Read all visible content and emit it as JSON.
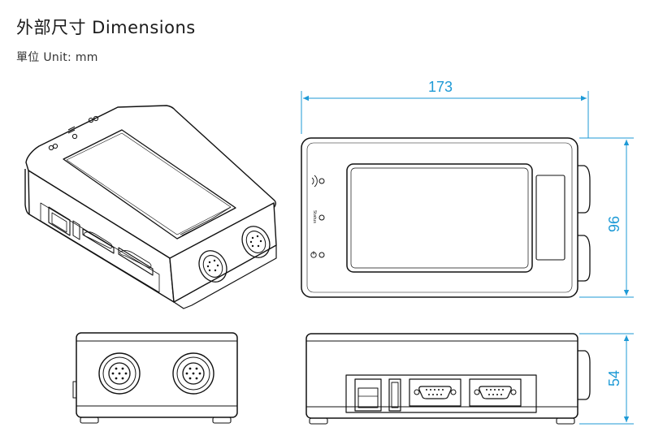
{
  "header": {
    "title": "外部尺寸 Dimensions",
    "subtitle": "單位 Unit: mm"
  },
  "dimensions": {
    "width": "173",
    "height": "96",
    "depth": "54"
  },
  "panel": {
    "status_label": "Status"
  },
  "colors": {
    "dimension_line": "#1e9ad6",
    "outline": "#111111"
  }
}
